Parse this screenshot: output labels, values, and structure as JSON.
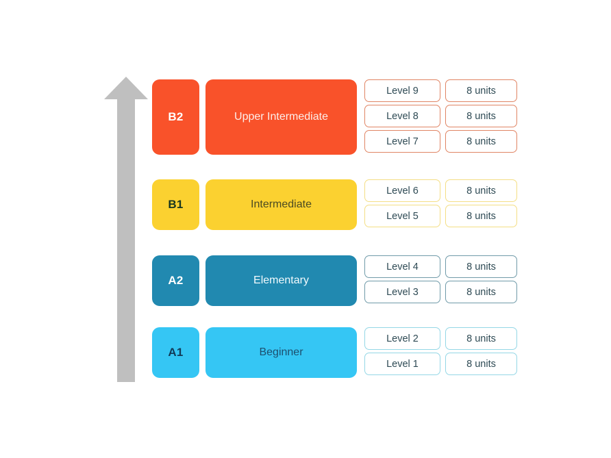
{
  "diagram": {
    "arrow": {
      "name": "progress-arrow",
      "direction": "up",
      "color": "#bfbfbf"
    },
    "colors": {
      "b2": "#f9522a",
      "b1": "#fbd130",
      "a2": "#2189b0",
      "a1": "#35c6f4"
    },
    "rows": [
      {
        "code": "B2",
        "name": "Upper Intermediate",
        "levels": [
          {
            "level": "Level 9",
            "units": "8 units"
          },
          {
            "level": "Level 8",
            "units": "8 units"
          },
          {
            "level": "Level 7",
            "units": "8 units"
          }
        ]
      },
      {
        "code": "B1",
        "name": "Intermediate",
        "levels": [
          {
            "level": "Level 6",
            "units": "8 units"
          },
          {
            "level": "Level 5",
            "units": "8 units"
          }
        ]
      },
      {
        "code": "A2",
        "name": "Elementary",
        "levels": [
          {
            "level": "Level 4",
            "units": "8 units"
          },
          {
            "level": "Level 3",
            "units": "8 units"
          }
        ]
      },
      {
        "code": "A1",
        "name": "Beginner",
        "levels": [
          {
            "level": "Level 2",
            "units": "8 units"
          },
          {
            "level": "Level 1",
            "units": "8 units"
          }
        ]
      }
    ]
  }
}
